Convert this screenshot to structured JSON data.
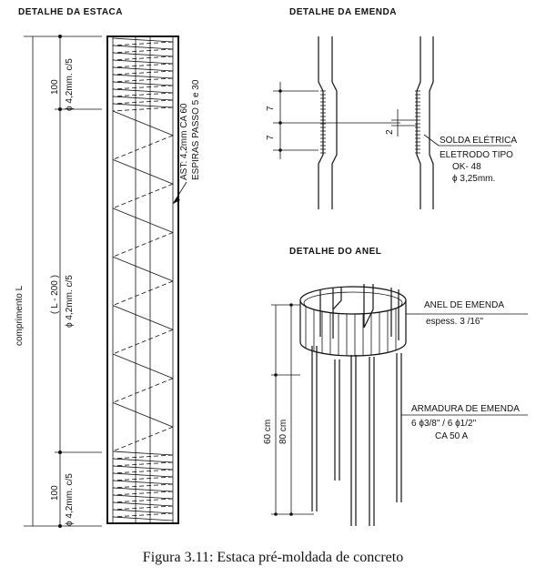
{
  "headers": {
    "estaca": "DETALHE DA ESTACA",
    "emenda": "DETALHE DA EMENDA",
    "anel": "DETALHE DO ANEL"
  },
  "estaca": {
    "top_dim": "100",
    "top_spacing": "ϕ 4,2mm. c/5",
    "length_label": "comprimento  L",
    "mid_dim": "( L - 200 )",
    "mid_spacing": "ϕ 4,2mm. c/5",
    "bottom_dim": "100",
    "bottom_spacing": "ϕ 4,2mm. c/5",
    "ast_line1": "AST: 4,2mm  CA 60",
    "ast_line2": "ESPIRAS  PASSO  5 e 30"
  },
  "emenda": {
    "dim_upper": "7",
    "dim_lower": "7",
    "dim_gap": "2",
    "solda_line1": "SOLDA ELÉTRICA",
    "solda_line2": "ELETRODO TIPO",
    "solda_line3": "OK- 48",
    "solda_line4": "ϕ 3,25mm."
  },
  "anel": {
    "ring_label": "ANEL DE EMENDA",
    "ring_thickness": "espess.  3 /16\"",
    "dim_60": "60 cm",
    "dim_80": "80 cm",
    "armadura_line1": "ARMADURA DE EMENDA",
    "armadura_line2": "6  ϕ3/8\"   /   6  ϕ1/2\"",
    "armadura_line3": "CA 50 A"
  },
  "caption": "Figura 3.11: Estaca pré-moldada de concreto"
}
